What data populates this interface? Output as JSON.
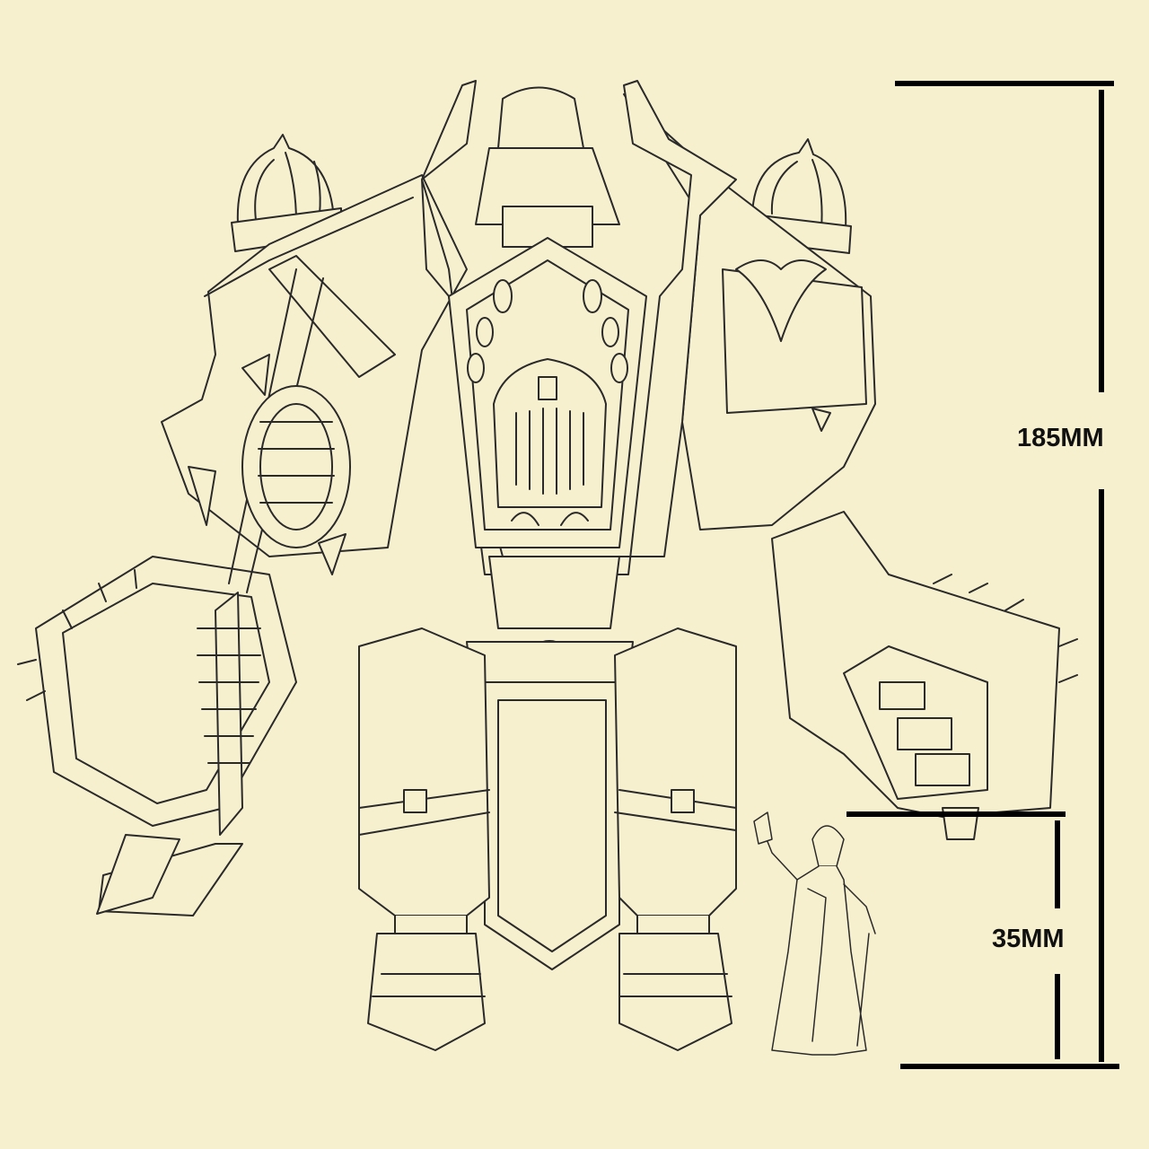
{
  "page": {
    "background": "#f7f0cf",
    "line_color": "#2a2a2a",
    "dimension_line_color": "#000000"
  },
  "dimensions": {
    "mech_height": "185MM",
    "figure_height": "35MM"
  },
  "subjects": {
    "mech": "mech-lineart",
    "figure": "human-miniature-lineart"
  }
}
